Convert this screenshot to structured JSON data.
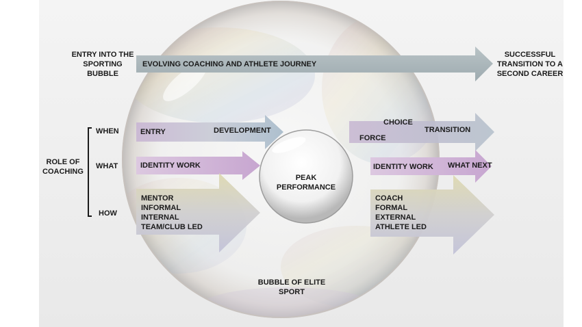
{
  "diagram": {
    "top_arrow": {
      "start_label": [
        "ENTRY INTO THE",
        "SPORTING",
        "BUBBLE"
      ],
      "label": "EVOLVING COACHING AND ATHLETE JOURNEY",
      "end_label": [
        "SUCCESSFUL",
        "TRANSITION TO A",
        "SECOND CAREER"
      ]
    },
    "role_of_coaching": {
      "label": [
        "ROLE OF",
        "COACHING"
      ],
      "rows": [
        "WHEN",
        "WHAT",
        "HOW"
      ]
    },
    "left_arrows": {
      "when": {
        "start": "ENTRY",
        "end": "DEVELOPMENT"
      },
      "what": "IDENTITY WORK",
      "how": [
        "MENTOR",
        "INFORMAL",
        "INTERNAL",
        "TEAM/CLUB LED"
      ]
    },
    "center": [
      "PEAK",
      "PERFORMANCE"
    ],
    "right_arrows": {
      "when": {
        "choice": "CHOICE",
        "force": "FORCE",
        "end": "TRANSITION"
      },
      "what": {
        "start": "IDENTITY WORK",
        "end": "WHAT NEXT"
      },
      "how": [
        "COACH",
        "FORMAL",
        "EXTERNAL",
        "ATHLETE LED"
      ]
    },
    "bubble_label": [
      "BUBBLE OF ELITE",
      "SPORT"
    ]
  }
}
